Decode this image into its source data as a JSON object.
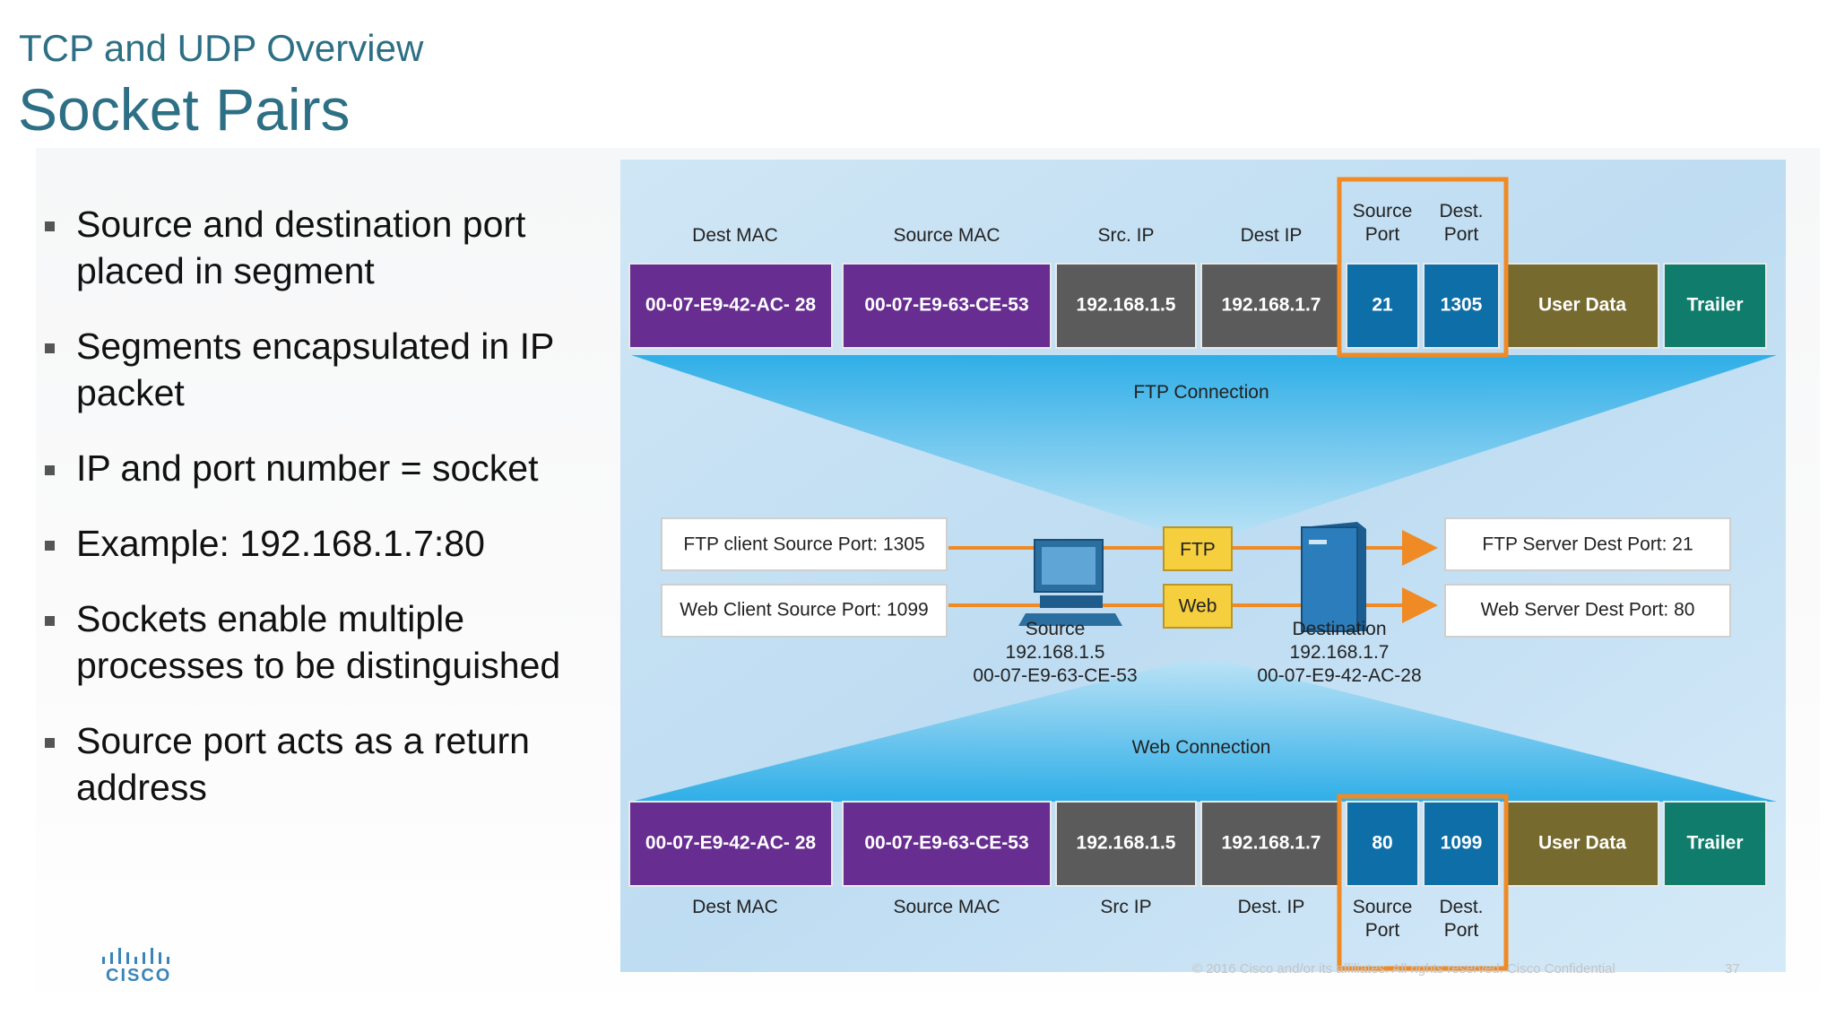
{
  "header": {
    "subtitle": "TCP and UDP Overview",
    "title": "Socket Pairs"
  },
  "bullets": [
    "Source and destination port placed in segment",
    "Segments encapsulated in IP packet",
    "IP and port number = socket",
    "Example: 192.168.1.7:80",
    "Sockets enable multiple processes to be distinguished",
    "Source port acts as a return address"
  ],
  "logo": {
    "text": "CISCO"
  },
  "diagram": {
    "top_frame": {
      "headers": [
        "Dest MAC",
        "Source MAC",
        "Src. IP",
        "Dest IP",
        "Source Port",
        "Dest. Port"
      ],
      "cells": [
        "00-07-E9-42-AC- 28",
        "00-07-E9-63-CE-53",
        "192.168.1.5",
        "192.168.1.7",
        "21",
        "1305",
        "User Data",
        "Trailer"
      ]
    },
    "ftp_connection": "FTP Connection",
    "web_connection": "Web Connection",
    "left_boxes": [
      "FTP client Source Port: 1305",
      "Web Client Source Port: 1099"
    ],
    "right_boxes": [
      "FTP Server Dest Port: 21",
      "Web Server Dest Port: 80"
    ],
    "tags": [
      "FTP",
      "Web"
    ],
    "source": {
      "label": "Source",
      "ip": "192.168.1.5",
      "mac": "00-07-E9-63-CE-53"
    },
    "destination": {
      "label": "Destination",
      "ip": "192.168.1.7",
      "mac": "00-07-E9-42-AC-28"
    },
    "bottom_frame": {
      "headers": [
        "Dest MAC",
        "Source MAC",
        "Src IP",
        "Dest. IP",
        "Source Port",
        "Dest. Port"
      ],
      "cells": [
        "00-07-E9-42-AC- 28",
        "00-07-E9-63-CE-53",
        "192.168.1.5",
        "192.168.1.7",
        "80",
        "1099",
        "User Data",
        "Trailer"
      ]
    },
    "colors": {
      "mac": "#672d91",
      "ip": "#5b5b5b",
      "port": "#0e6fa8",
      "user_data": "#776a2f",
      "trailer": "#0f7c6c",
      "highlight": "#f08a24",
      "arrow": "#f08a24",
      "tag_fill": "#f5cf3d"
    }
  },
  "footer": {
    "copyright": "© 2016 Cisco and/or its affiliates. All rights reserved. Cisco Confidential",
    "page": "37"
  }
}
